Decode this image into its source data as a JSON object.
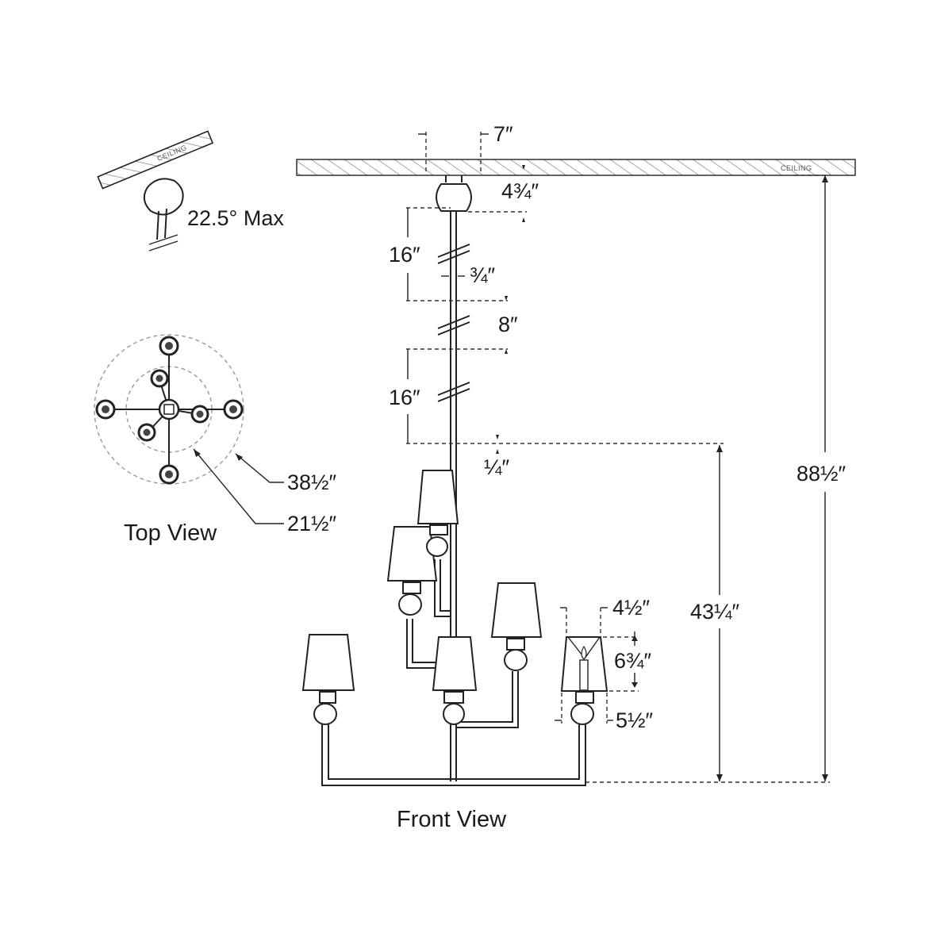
{
  "labels": {
    "ceiling_main": "CEILING",
    "ceiling_small": "CEILING",
    "slope_max": "22.5° Max",
    "canopy_width": "7″",
    "canopy_height": "4¾″",
    "rod_segment_top": "16″",
    "rod_diameter": "¾″",
    "rod_segment_mid": "8″",
    "rod_segment_bottom": "16″",
    "rod_gap": "¼″",
    "overall_height": "88½″",
    "fixture_height": "43¼″",
    "shade_top_width": "4½″",
    "shade_height": "6¾″",
    "shade_bottom_width": "5½″",
    "outer_diameter": "38½″",
    "inner_diameter": "21½″",
    "top_view_caption": "Top View",
    "front_view_caption": "Front View"
  },
  "colors": {
    "line": "#222222",
    "dashed": "#999999",
    "background": "#ffffff"
  }
}
